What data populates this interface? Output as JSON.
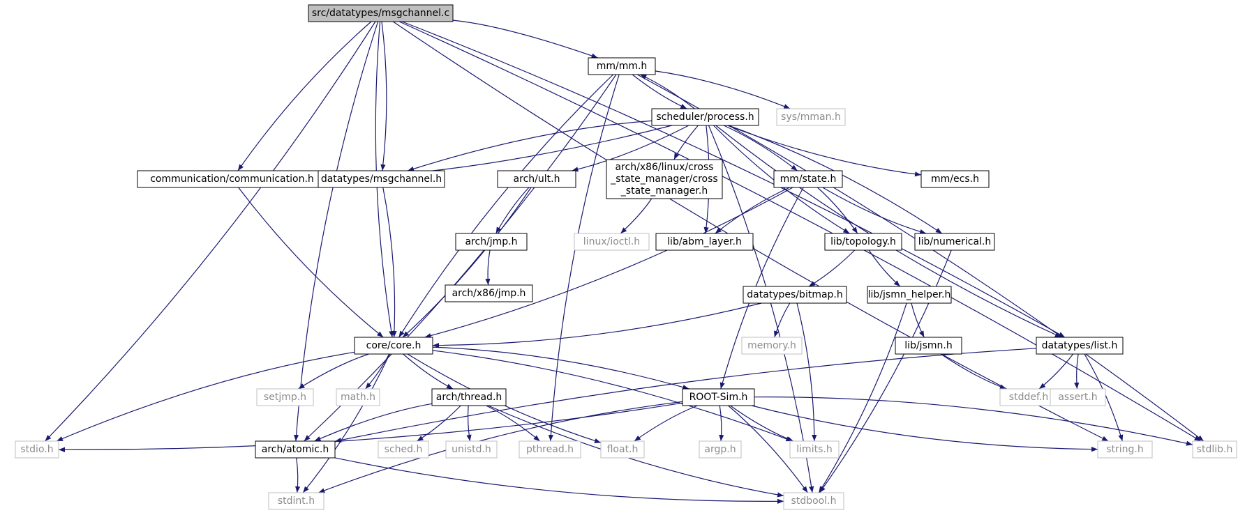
{
  "colors": {
    "edge": "#191970",
    "root_fill": "#bfbfbf",
    "system_border": "#bfbfbf",
    "system_text": "#8c8c8c"
  },
  "nodes": [
    {
      "id": "root",
      "label": [
        "src/datatypes/msgchannel.c"
      ],
      "kind": "root"
    },
    {
      "id": "mm",
      "label": [
        "mm/mm.h"
      ],
      "kind": "local"
    },
    {
      "id": "process",
      "label": [
        "scheduler/process.h"
      ],
      "kind": "local"
    },
    {
      "id": "sysmman",
      "label": [
        "sys/mman.h"
      ],
      "kind": "system"
    },
    {
      "id": "comm",
      "label": [
        "communication/communication.h"
      ],
      "kind": "local"
    },
    {
      "id": "msgch",
      "label": [
        "datatypes/msgchannel.h"
      ],
      "kind": "local"
    },
    {
      "id": "ult",
      "label": [
        "arch/ult.h"
      ],
      "kind": "local"
    },
    {
      "id": "cross",
      "label": [
        "arch/x86/linux/cross",
        "_state_manager/cross",
        "_state_manager.h"
      ],
      "kind": "local"
    },
    {
      "id": "state",
      "label": [
        "mm/state.h"
      ],
      "kind": "local"
    },
    {
      "id": "ecs",
      "label": [
        "mm/ecs.h"
      ],
      "kind": "local"
    },
    {
      "id": "jmp",
      "label": [
        "arch/jmp.h"
      ],
      "kind": "local"
    },
    {
      "id": "ioctl",
      "label": [
        "linux/ioctl.h"
      ],
      "kind": "system"
    },
    {
      "id": "abm",
      "label": [
        "lib/abm_layer.h"
      ],
      "kind": "local"
    },
    {
      "id": "topo",
      "label": [
        "lib/topology.h"
      ],
      "kind": "local"
    },
    {
      "id": "numer",
      "label": [
        "lib/numerical.h"
      ],
      "kind": "local"
    },
    {
      "id": "x86jmp",
      "label": [
        "arch/x86/jmp.h"
      ],
      "kind": "local"
    },
    {
      "id": "bitmap",
      "label": [
        "datatypes/bitmap.h"
      ],
      "kind": "local"
    },
    {
      "id": "jsmnh",
      "label": [
        "lib/jsmn_helper.h"
      ],
      "kind": "local"
    },
    {
      "id": "core",
      "label": [
        "core/core.h"
      ],
      "kind": "local"
    },
    {
      "id": "memory",
      "label": [
        "memory.h"
      ],
      "kind": "system"
    },
    {
      "id": "jsmn",
      "label": [
        "lib/jsmn.h"
      ],
      "kind": "local"
    },
    {
      "id": "list",
      "label": [
        "datatypes/list.h"
      ],
      "kind": "local"
    },
    {
      "id": "setjmp",
      "label": [
        "setjmp.h"
      ],
      "kind": "system"
    },
    {
      "id": "math",
      "label": [
        "math.h"
      ],
      "kind": "system"
    },
    {
      "id": "thread",
      "label": [
        "arch/thread.h"
      ],
      "kind": "local"
    },
    {
      "id": "rootsim",
      "label": [
        "ROOT-Sim.h"
      ],
      "kind": "local"
    },
    {
      "id": "stddef",
      "label": [
        "stddef.h"
      ],
      "kind": "system"
    },
    {
      "id": "assert",
      "label": [
        "assert.h"
      ],
      "kind": "system"
    },
    {
      "id": "stdio",
      "label": [
        "stdio.h"
      ],
      "kind": "system"
    },
    {
      "id": "atomic",
      "label": [
        "arch/atomic.h"
      ],
      "kind": "local"
    },
    {
      "id": "sched",
      "label": [
        "sched.h"
      ],
      "kind": "system"
    },
    {
      "id": "unistd",
      "label": [
        "unistd.h"
      ],
      "kind": "system"
    },
    {
      "id": "pthread",
      "label": [
        "pthread.h"
      ],
      "kind": "system"
    },
    {
      "id": "float",
      "label": [
        "float.h"
      ],
      "kind": "system"
    },
    {
      "id": "argp",
      "label": [
        "argp.h"
      ],
      "kind": "system"
    },
    {
      "id": "limits",
      "label": [
        "limits.h"
      ],
      "kind": "system"
    },
    {
      "id": "string",
      "label": [
        "string.h"
      ],
      "kind": "system"
    },
    {
      "id": "stdlib",
      "label": [
        "stdlib.h"
      ],
      "kind": "system"
    },
    {
      "id": "stdint",
      "label": [
        "stdint.h"
      ],
      "kind": "system"
    },
    {
      "id": "stdbool",
      "label": [
        "stdbool.h"
      ],
      "kind": "system"
    }
  ],
  "edges": [
    [
      "root",
      "mm"
    ],
    [
      "root",
      "comm"
    ],
    [
      "root",
      "msgch"
    ],
    [
      "root",
      "core"
    ],
    [
      "root",
      "stdio"
    ],
    [
      "root",
      "atomic"
    ],
    [
      "root",
      "list"
    ],
    [
      "root",
      "string"
    ],
    [
      "root",
      "stdlib"
    ],
    [
      "mm",
      "process"
    ],
    [
      "mm",
      "sysmman"
    ],
    [
      "mm",
      "core"
    ],
    [
      "mm",
      "atomic"
    ],
    [
      "mm",
      "pthread"
    ],
    [
      "mm",
      "stdlib"
    ],
    [
      "process",
      "mm"
    ],
    [
      "process",
      "comm"
    ],
    [
      "process",
      "msgch"
    ],
    [
      "process",
      "ult"
    ],
    [
      "process",
      "cross"
    ],
    [
      "process",
      "state"
    ],
    [
      "process",
      "ecs"
    ],
    [
      "process",
      "abm"
    ],
    [
      "process",
      "topo"
    ],
    [
      "process",
      "numer"
    ],
    [
      "process",
      "list"
    ],
    [
      "process",
      "stdbool"
    ],
    [
      "comm",
      "core"
    ],
    [
      "msgch",
      "core"
    ],
    [
      "ult",
      "jmp"
    ],
    [
      "ult",
      "core"
    ],
    [
      "jmp",
      "x86jmp"
    ],
    [
      "cross",
      "ioctl"
    ],
    [
      "state",
      "abm"
    ],
    [
      "state",
      "topo"
    ],
    [
      "state",
      "numer"
    ],
    [
      "state",
      "core"
    ],
    [
      "state",
      "rootsim"
    ],
    [
      "topo",
      "bitmap"
    ],
    [
      "topo",
      "jsmnh"
    ],
    [
      "bitmap",
      "core"
    ],
    [
      "bitmap",
      "memory"
    ],
    [
      "bitmap",
      "limits"
    ],
    [
      "jsmnh",
      "jsmn"
    ],
    [
      "jsmnh",
      "stdbool"
    ],
    [
      "jsmn",
      "stddef"
    ],
    [
      "numer",
      "stdbool"
    ],
    [
      "list",
      "atomic"
    ],
    [
      "list",
      "stddef"
    ],
    [
      "list",
      "assert"
    ],
    [
      "list",
      "string"
    ],
    [
      "core",
      "setjmp"
    ],
    [
      "core",
      "math"
    ],
    [
      "core",
      "thread"
    ],
    [
      "core",
      "rootsim"
    ],
    [
      "core",
      "float"
    ],
    [
      "core",
      "limits"
    ],
    [
      "core",
      "stdio"
    ],
    [
      "core",
      "stdint"
    ],
    [
      "thread",
      "atomic"
    ],
    [
      "thread",
      "sched"
    ],
    [
      "thread",
      "unistd"
    ],
    [
      "thread",
      "pthread"
    ],
    [
      "thread",
      "stdbool"
    ],
    [
      "rootsim",
      "stdio"
    ],
    [
      "rootsim",
      "float"
    ],
    [
      "rootsim",
      "argp"
    ],
    [
      "rootsim",
      "limits"
    ],
    [
      "rootsim",
      "stdbool"
    ],
    [
      "rootsim",
      "string"
    ],
    [
      "rootsim",
      "stdlib"
    ],
    [
      "rootsim",
      "stdint"
    ],
    [
      "atomic",
      "stdint"
    ],
    [
      "atomic",
      "stdbool"
    ]
  ]
}
